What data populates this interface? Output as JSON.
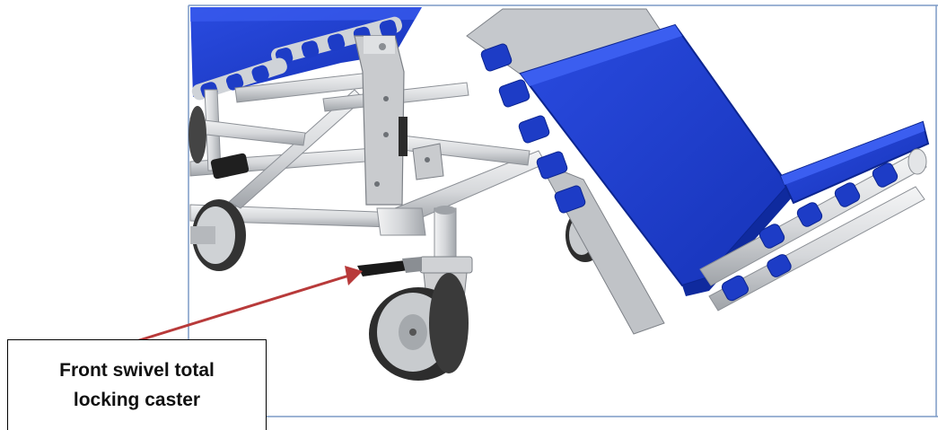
{
  "callout": {
    "label": "Front swivel total locking caster"
  },
  "colors": {
    "frame_border": "#7c9ac6",
    "arrow": "#b83a3a",
    "pad_blue": "#1f3fc8",
    "pad_dark_blue": "#0c2590",
    "tube_gray": "#d7d9dc",
    "wheel_dark": "#3a3a3a"
  },
  "icons": {
    "arrow": "arrow-pointer",
    "caster": "swivel-caster-wheel"
  }
}
